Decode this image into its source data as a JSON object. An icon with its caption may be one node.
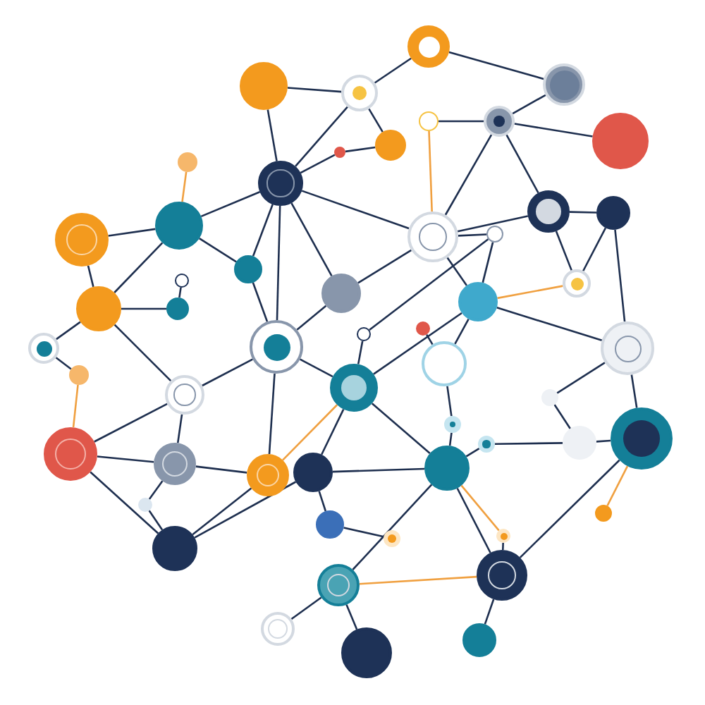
{
  "diagram": {
    "nodes": [
      {
        "text": [],
        "shape": "circle"
      },
      {
        "text": [],
        "shape": "circle"
      },
      {
        "text": [],
        "shape": "circle"
      },
      {
        "text": [],
        "shape": "circle"
      },
      {
        "text": [],
        "shape": "circle"
      },
      {
        "text": [],
        "shape": "circle"
      },
      {
        "text": [],
        "shape": "circle"
      },
      {
        "text": [],
        "shape": "circle"
      },
      {
        "text": [],
        "shape": "circle"
      },
      {
        "text": [],
        "shape": "circle"
      },
      {
        "text": [],
        "shape": "circle"
      },
      {
        "text": [],
        "shape": "circle"
      },
      {
        "text": [],
        "shape": "circle"
      },
      {
        "text": [],
        "shape": "circle"
      },
      {
        "text": [],
        "shape": "circle"
      },
      {
        "text": [],
        "shape": "circle"
      },
      {
        "text": [],
        "shape": "circle"
      },
      {
        "text": [],
        "shape": "circle"
      },
      {
        "text": [],
        "shape": "circle"
      },
      {
        "text": [],
        "shape": "circle"
      },
      {
        "text": [],
        "shape": "circle"
      },
      {
        "text": [],
        "shape": "circle"
      },
      {
        "text": [],
        "shape": "circle"
      },
      {
        "text": [],
        "shape": "circle"
      },
      {
        "text": [],
        "shape": "circle"
      },
      {
        "text": [],
        "shape": "circle"
      },
      {
        "text": [],
        "shape": "circle"
      },
      {
        "text": [],
        "shape": "circle"
      },
      {
        "text": [],
        "shape": "circle"
      },
      {
        "text": [],
        "shape": "circle"
      },
      {
        "text": [],
        "shape": "circle"
      },
      {
        "text": [],
        "shape": "circle"
      },
      {
        "text": [],
        "shape": "circle"
      },
      {
        "text": [],
        "shape": "circle"
      },
      {
        "text": [],
        "shape": "circle"
      },
      {
        "text": [],
        "shape": "circle"
      },
      {
        "text": [],
        "shape": "circle"
      },
      {
        "text": [],
        "shape": "circle"
      },
      {
        "text": [],
        "shape": "circle"
      },
      {
        "text": [],
        "shape": "circle"
      },
      {
        "text": [],
        "shape": "circle"
      },
      {
        "text": [],
        "shape": "circle"
      },
      {
        "text": [],
        "shape": "circle"
      },
      {
        "text": [],
        "shape": "circle"
      },
      {
        "text": [],
        "shape": "circle"
      },
      {
        "text": [],
        "shape": "circle"
      },
      {
        "text": [],
        "shape": "circle"
      },
      {
        "text": [],
        "shape": "circle"
      },
      {
        "text": [],
        "shape": "circle"
      },
      {
        "text": [],
        "shape": "circle"
      },
      {
        "text": [],
        "shape": "circle"
      },
      {
        "text": [],
        "shape": "circle"
      },
      {
        "text": [],
        "shape": "circle"
      },
      {
        "text": [],
        "shape": "circle"
      }
    ],
    "edges": [
      {
        "from": 0,
        "to": 3,
        "arrow": "none"
      },
      {
        "from": 0,
        "to": 2,
        "arrow": "none"
      },
      {
        "from": 1,
        "to": 2,
        "arrow": "none"
      },
      {
        "from": 1,
        "to": 10,
        "arrow": "none"
      },
      {
        "from": 2,
        "to": 7,
        "arrow": "none"
      },
      {
        "from": 2,
        "to": 10,
        "arrow": "none"
      },
      {
        "from": 3,
        "to": 5,
        "arrow": "none"
      },
      {
        "from": 5,
        "to": 4,
        "arrow": "none"
      },
      {
        "from": 5,
        "to": 6,
        "arrow": "none"
      },
      {
        "from": 6,
        "to": 13,
        "arrow": "none",
        "color": "#f0a040"
      },
      {
        "from": 5,
        "to": 14,
        "arrow": "none"
      },
      {
        "from": 5,
        "to": 13,
        "arrow": "none"
      },
      {
        "from": 7,
        "to": 9,
        "arrow": "none"
      },
      {
        "from": 9,
        "to": 10,
        "arrow": "none"
      },
      {
        "from": 10,
        "to": 12,
        "arrow": "none"
      },
      {
        "from": 10,
        "to": 13,
        "arrow": "none"
      },
      {
        "from": 10,
        "to": 16,
        "arrow": "none"
      },
      {
        "from": 10,
        "to": 21,
        "arrow": "none"
      },
      {
        "from": 10,
        "to": 25,
        "arrow": "none"
      },
      {
        "from": 8,
        "to": 12,
        "arrow": "none",
        "color": "#f0a040"
      },
      {
        "from": 11,
        "to": 12,
        "arrow": "none"
      },
      {
        "from": 12,
        "to": 18,
        "arrow": "none"
      },
      {
        "from": 12,
        "to": 16,
        "arrow": "none"
      },
      {
        "from": 11,
        "to": 18,
        "arrow": "none"
      },
      {
        "from": 13,
        "to": 14,
        "arrow": "none"
      },
      {
        "from": 13,
        "to": 17,
        "arrow": "none"
      },
      {
        "from": 13,
        "to": 21,
        "arrow": "none"
      },
      {
        "from": 13,
        "to": 23,
        "arrow": "none"
      },
      {
        "from": 14,
        "to": 15,
        "arrow": "none"
      },
      {
        "from": 14,
        "to": 22,
        "arrow": "none"
      },
      {
        "from": 15,
        "to": 22,
        "arrow": "none"
      },
      {
        "from": 15,
        "to": 28,
        "arrow": "none"
      },
      {
        "from": 17,
        "to": 23,
        "arrow": "none"
      },
      {
        "from": 17,
        "to": 26,
        "arrow": "none"
      },
      {
        "from": 18,
        "to": 20,
        "arrow": "none"
      },
      {
        "from": 18,
        "to": 24,
        "arrow": "none"
      },
      {
        "from": 18,
        "to": 32,
        "arrow": "none"
      },
      {
        "from": 19,
        "to": 20,
        "arrow": "none"
      },
      {
        "from": 16,
        "to": 25,
        "arrow": "none"
      },
      {
        "from": 21,
        "to": 25,
        "arrow": "none"
      },
      {
        "from": 22,
        "to": 23,
        "arrow": "none",
        "color": "#f0a040"
      },
      {
        "from": 23,
        "to": 28,
        "arrow": "none"
      },
      {
        "from": 23,
        "to": 31,
        "arrow": "none"
      },
      {
        "from": 23,
        "to": 30,
        "arrow": "none"
      },
      {
        "from": 24,
        "to": 29,
        "arrow": "none"
      },
      {
        "from": 29,
        "to": 36,
        "arrow": "none",
        "color": "#f0a040"
      },
      {
        "from": 25,
        "to": 31,
        "arrow": "none"
      },
      {
        "from": 25,
        "to": 32,
        "arrow": "none"
      },
      {
        "from": 25,
        "to": 38,
        "arrow": "none"
      },
      {
        "from": 26,
        "to": 31,
        "arrow": "none"
      },
      {
        "from": 27,
        "to": 30,
        "arrow": "none"
      },
      {
        "from": 28,
        "to": 35,
        "arrow": "none"
      },
      {
        "from": 28,
        "to": 33,
        "arrow": "none"
      },
      {
        "from": 30,
        "to": 34,
        "arrow": "none"
      },
      {
        "from": 31,
        "to": 38,
        "arrow": "none",
        "color": "#f0a040"
      },
      {
        "from": 31,
        "to": 40,
        "arrow": "none"
      },
      {
        "from": 31,
        "to": 39,
        "arrow": "none"
      },
      {
        "from": 32,
        "to": 37,
        "arrow": "none"
      },
      {
        "from": 32,
        "to": 36,
        "arrow": "none"
      },
      {
        "from": 36,
        "to": 37,
        "arrow": "none"
      },
      {
        "from": 36,
        "to": 48,
        "arrow": "none"
      },
      {
        "from": 37,
        "to": 38,
        "arrow": "none"
      },
      {
        "from": 37,
        "to": 43,
        "arrow": "none"
      },
      {
        "from": 39,
        "to": 40,
        "arrow": "none"
      },
      {
        "from": 39,
        "to": 44,
        "arrow": "none"
      },
      {
        "from": 40,
        "to": 41,
        "arrow": "none"
      },
      {
        "from": 40,
        "to": 49,
        "arrow": "none"
      },
      {
        "from": 40,
        "to": 50,
        "arrow": "none"
      },
      {
        "from": 41,
        "to": 42,
        "arrow": "none"
      },
      {
        "from": 42,
        "to": 35,
        "arrow": "none"
      },
      {
        "from": 35,
        "to": 47,
        "arrow": "none",
        "color": "#f0a040"
      },
      {
        "from": 38,
        "to": 48,
        "arrow": "none"
      },
      {
        "from": 44,
        "to": 45,
        "arrow": "none"
      },
      {
        "from": 46,
        "to": 50,
        "arrow": "none"
      },
      {
        "from": 49,
        "to": 50,
        "arrow": "none",
        "color": "#f0a040"
      },
      {
        "from": 49,
        "to": 52,
        "arrow": "none"
      },
      {
        "from": 49,
        "to": 51,
        "arrow": "none"
      },
      {
        "from": 50,
        "to": 53,
        "arrow": "none"
      },
      {
        "from": 50,
        "to": 35,
        "arrow": "none"
      },
      {
        "from": 43,
        "to": 48,
        "arrow": "none"
      },
      {
        "from": 40,
        "to": 46,
        "arrow": "none",
        "color": "#f0a040"
      },
      {
        "from": 48,
        "to": 39,
        "arrow": "none"
      },
      {
        "from": 34,
        "to": 40,
        "arrow": "none"
      },
      {
        "from": 33,
        "to": 42,
        "arrow": "none"
      }
    ]
  }
}
